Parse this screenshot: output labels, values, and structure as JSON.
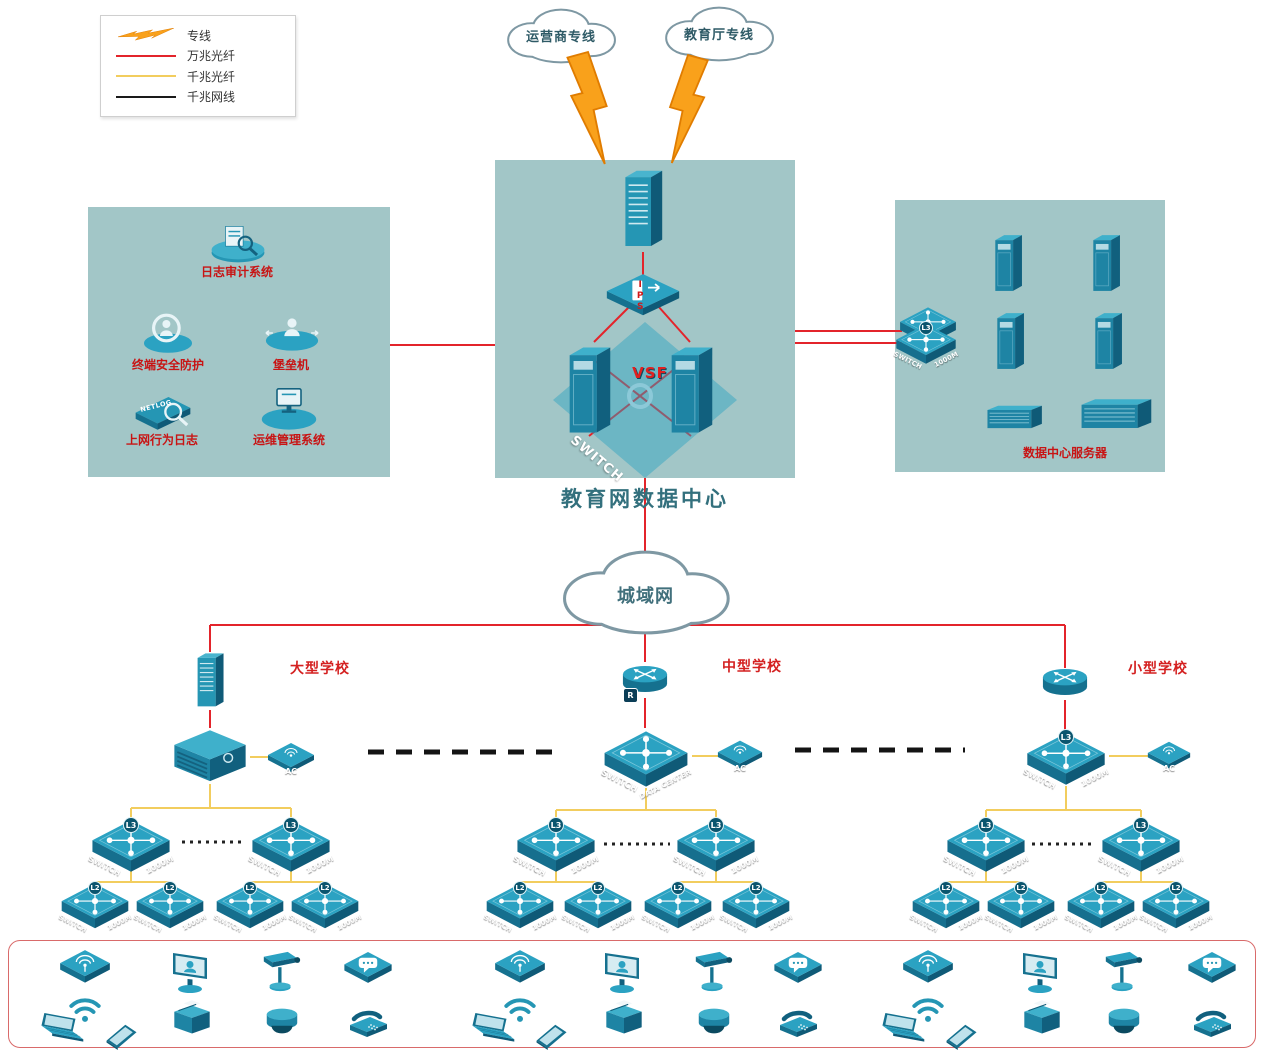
{
  "legend": {
    "items": [
      {
        "label": "专线"
      },
      {
        "label": "万兆光纤"
      },
      {
        "label": "千兆光纤"
      },
      {
        "label": "千兆网线"
      }
    ]
  },
  "clouds": {
    "carrier": "运营商专线",
    "education": "教育厅专线",
    "man": "城域网"
  },
  "datacenter": {
    "title": "教育网数据中心",
    "ips": "IPS",
    "vsf": "VSF",
    "switch": "SWITCH"
  },
  "security_panel": {
    "items": [
      "日志审计系统",
      "终端安全防护",
      "堡垒机",
      "上网行为日志",
      "运维管理系统"
    ],
    "netlog": "NETLOG"
  },
  "server_panel": {
    "caption": "数据中心服务器"
  },
  "switch_labels": {
    "l3_badge": "L3",
    "l2_badge": "L2",
    "switch": "SWITCH",
    "speed": "1000M",
    "dc_line": "DATA CENTER",
    "ac": "AC",
    "router_badge": "R"
  },
  "schools": {
    "large": "大型学校",
    "medium": "中型学校",
    "small": "小型学校"
  },
  "colors": {
    "fiber_10g": "#e3242b",
    "fiber_1g": "#f2cd5e",
    "cable_1g": "#1a1a1a",
    "dedicated": "#f9a11b",
    "panel_bg": "#a2c6c7",
    "device_teal": "#2596b4",
    "label_red": "#c81414"
  }
}
